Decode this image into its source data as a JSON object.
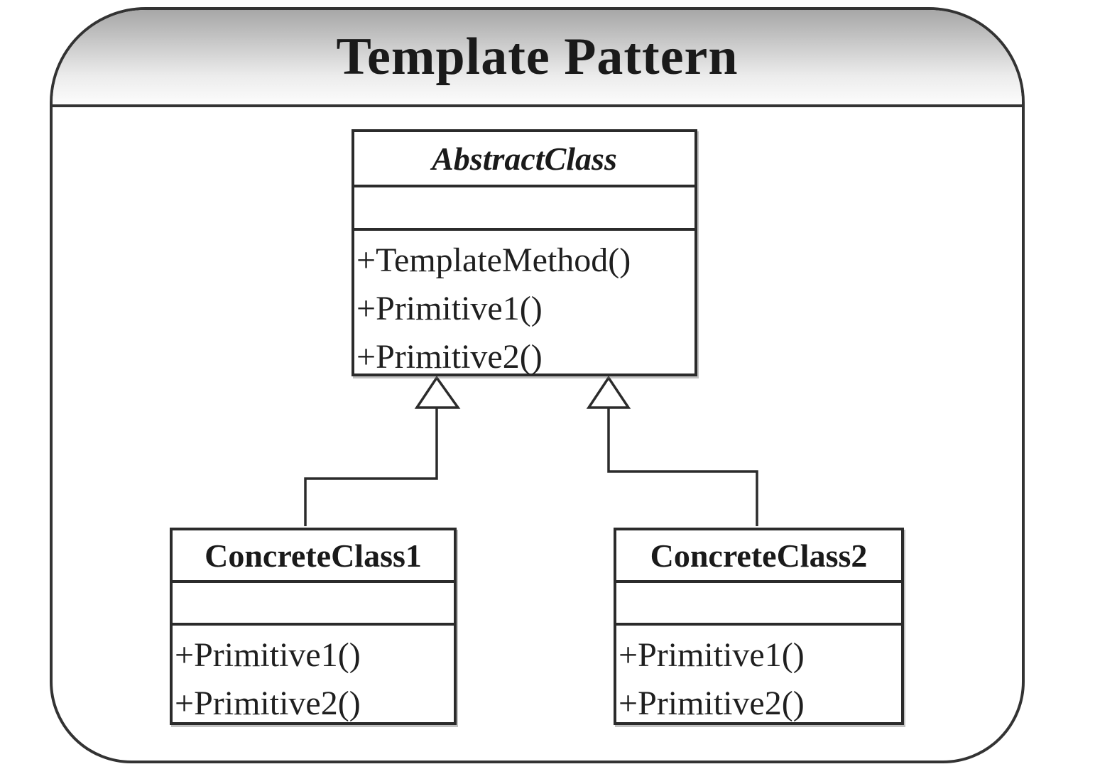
{
  "diagram": {
    "title": "Template Pattern",
    "classes": [
      {
        "name": "AbstractClass",
        "kind": "abstract-class",
        "attributes": [],
        "methods": [
          "+TemplateMethod()",
          "+Primitive1()",
          "+Primitive2()"
        ]
      },
      {
        "name": "ConcreteClass1",
        "kind": "concrete-class",
        "attributes": [],
        "methods": [
          "+Primitive1()",
          "+Primitive2()"
        ]
      },
      {
        "name": "ConcreteClass2",
        "kind": "concrete-class",
        "attributes": [],
        "methods": [
          "+Primitive1()",
          "+Primitive2()"
        ]
      }
    ],
    "relations": [
      {
        "from": "ConcreteClass1",
        "to": "AbstractClass",
        "type": "generalization"
      },
      {
        "from": "ConcreteClass2",
        "to": "AbstractClass",
        "type": "generalization"
      }
    ],
    "colors": {
      "line": "#2b2b2b",
      "box_fill": "#ffffff",
      "header_gradient_top": "#a7a7a7",
      "header_gradient_bottom": "#fcfcfc",
      "text": "#1a1a1a"
    }
  }
}
